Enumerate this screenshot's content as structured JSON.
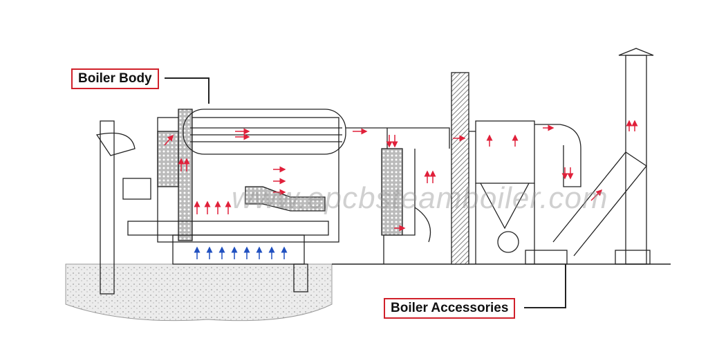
{
  "labels": {
    "boiler_body": "Boiler Body",
    "boiler_accessories": "Boiler Accessories"
  },
  "watermark": "www.epcbsteamboiler.com",
  "colors": {
    "label_border": "#d0202a",
    "flue_arrow": "#e0203a",
    "air_arrow": "#2050c0",
    "line": "#222222",
    "ground": "#e6e6e6"
  }
}
